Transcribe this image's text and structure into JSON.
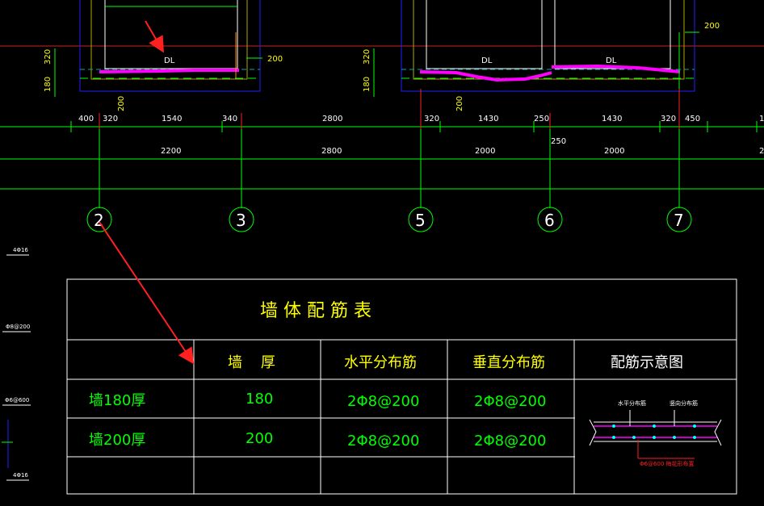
{
  "drawing": {
    "wall_labels": [
      "DL",
      "DL",
      "DL"
    ],
    "left_dims": [
      "320",
      "180",
      "200"
    ],
    "right_dims": [
      "200",
      "200"
    ],
    "dim_row1": [
      "400",
      "320",
      "1540",
      "340",
      "2800",
      "320",
      "1430",
      "250",
      "1430",
      "320",
      "450",
      "1"
    ],
    "dim_row2": [
      "2200",
      "2800",
      "2000",
      "2000",
      "2"
    ],
    "mid_250": "250",
    "axes": [
      "2",
      "3",
      "5",
      "6",
      "7"
    ],
    "side_labels": [
      "4Φ16",
      "Φ8@200",
      "Φ6@600",
      "4Φ16"
    ]
  },
  "table": {
    "title": "墙 体 配 筋 表",
    "headers": [
      "",
      "墙    厚",
      "水平分布筋",
      "垂直分布筋",
      "配筋示意图"
    ],
    "rows": [
      {
        "name": "墙180厚",
        "thickness": "180",
        "horizontal": "2Φ8@200",
        "vertical": "2Φ8@200"
      },
      {
        "name": "墙200厚",
        "thickness": "200",
        "horizontal": "2Φ8@200",
        "vertical": "2Φ8@200"
      }
    ],
    "sketch_labels": {
      "horizontal": "水平分布筋",
      "vertical": "竖向分布筋",
      "tie": "Φ6@600 梅花形布置"
    }
  },
  "colors": {
    "green": "#00ff00",
    "yellow": "#ffff00",
    "magenta": "#ff00ff",
    "blue": "#2020ff",
    "red": "#ff2020",
    "white": "#ffffff"
  }
}
